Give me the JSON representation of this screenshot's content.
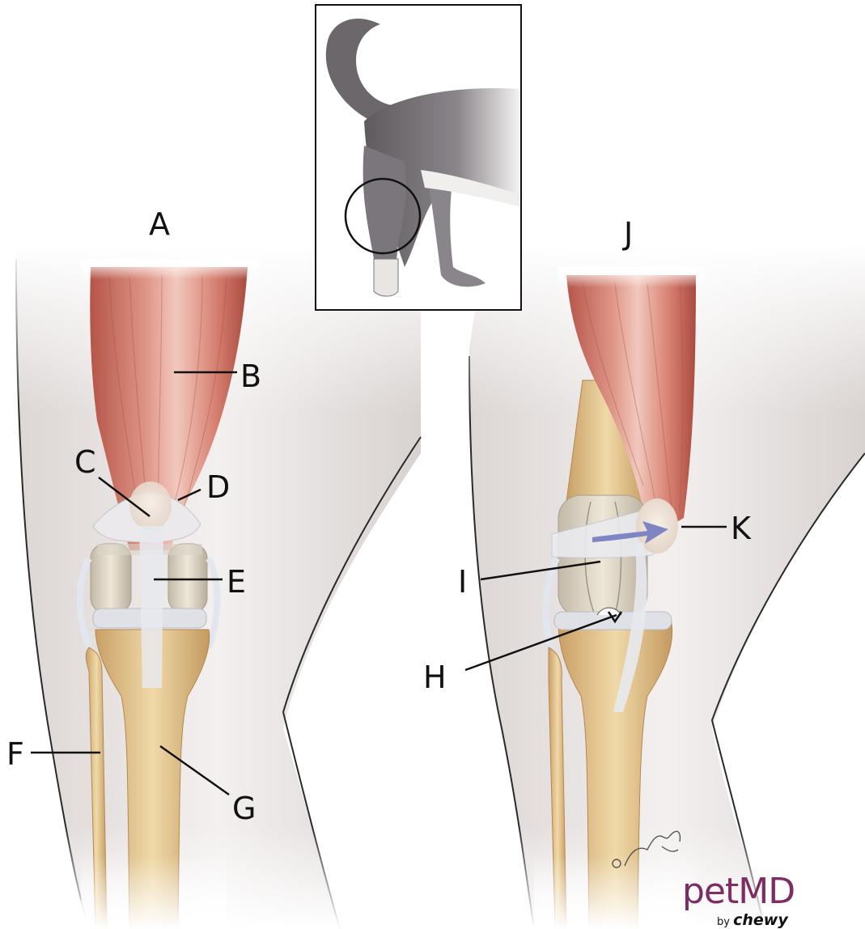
{
  "diagram": {
    "labels": {
      "A": "A",
      "B": "B",
      "C": "C",
      "D": "D",
      "E": "E",
      "F": "F",
      "G": "G",
      "H": "H",
      "I": "I",
      "J": "J",
      "K": "K"
    },
    "inset": {
      "subject": "dog hind leg with stifle joint circled"
    },
    "signature": "©O'Keefe '24"
  },
  "brand": {
    "name": "petMD",
    "by": "by",
    "sub": "chewy",
    "color": "#7d2d62"
  },
  "colors": {
    "muscle": "#c9675a",
    "bone": "#e2c18c",
    "ligament": "#e6e8ee",
    "skin": "#e9e5e4",
    "arrow": "#7f85c2"
  }
}
